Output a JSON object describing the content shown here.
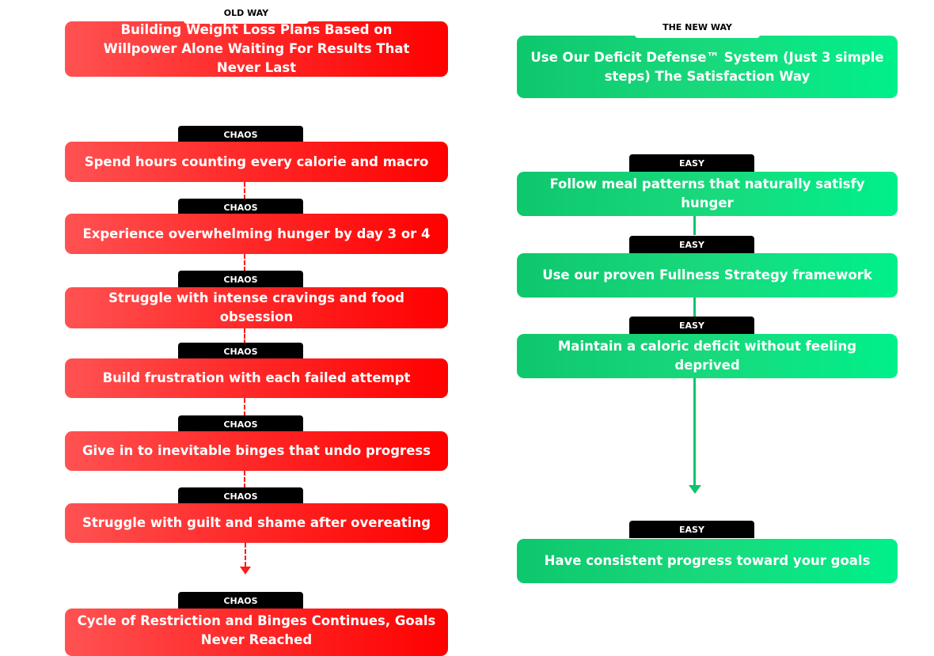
{
  "old_way": {
    "label": "OLD WAY",
    "header": "Building Weight Loss Plans Based on Willpower Alone Waiting For Results That Never Last",
    "steps": [
      {
        "tag": "CHAOS",
        "text": "Spend hours counting every calorie and macro"
      },
      {
        "tag": "CHAOS",
        "text": "Experience overwhelming hunger by day 3 or 4"
      },
      {
        "tag": "CHAOS",
        "text": "Struggle with intense cravings and food obsession"
      },
      {
        "tag": "CHAOS",
        "text": "Build frustration with each failed attempt"
      },
      {
        "tag": "CHAOS",
        "text": "Give in to inevitable binges that undo progress"
      },
      {
        "tag": "CHAOS",
        "text": "Struggle with guilt and shame after overeating"
      }
    ],
    "outcome": {
      "tag": "CHAOS",
      "text": "Cycle of Restriction and Binges Continues, Goals Never Reached"
    }
  },
  "new_way": {
    "label": "THE NEW WAY",
    "header": "Use Our Deficit Defense™ System (Just 3 simple steps) The Satisfaction Way",
    "steps": [
      {
        "tag": "EASY",
        "text": "Follow meal patterns that naturally satisfy hunger"
      },
      {
        "tag": "EASY",
        "text": "Use our proven Fullness Strategy framework"
      },
      {
        "tag": "EASY",
        "text": "Maintain a caloric deficit without feeling deprived"
      }
    ],
    "outcome": {
      "tag": "EASY",
      "text": "Have consistent progress toward your goals"
    }
  },
  "colors": {
    "old_accent": "#ff1a1a",
    "new_accent": "#10c46d"
  }
}
